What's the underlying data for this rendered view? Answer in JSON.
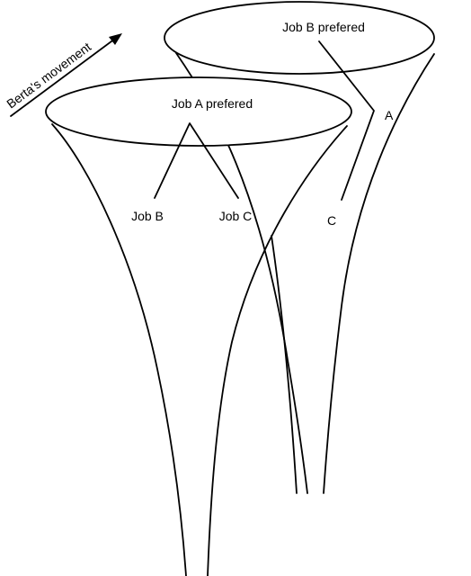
{
  "movement_label": "Berta's movement",
  "funnel_b": {
    "title": "Job B prefered",
    "branch_top": "A",
    "branch_bottom": "C"
  },
  "funnel_a": {
    "title": "Job A prefered",
    "branch_left": "Job B",
    "branch_right": "Job C"
  },
  "colors": {
    "ink": "#000000",
    "background": "#ffffff"
  }
}
